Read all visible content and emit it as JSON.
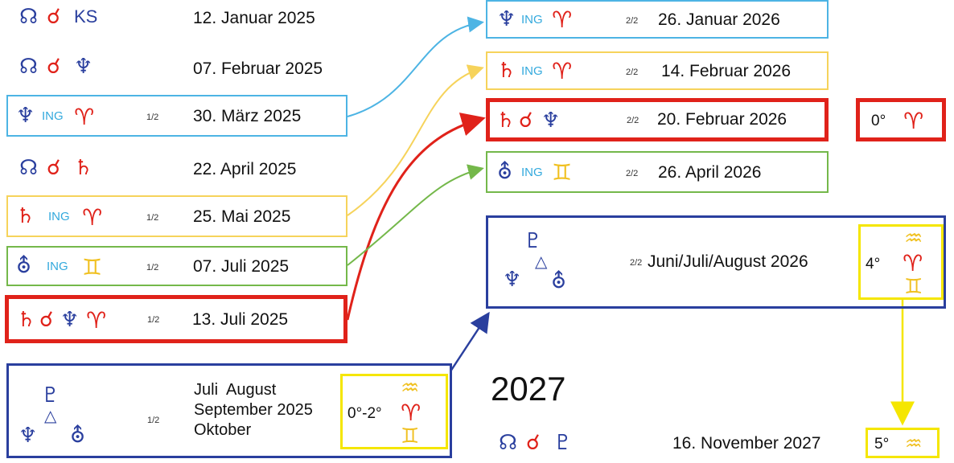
{
  "colors": {
    "blue": "#2a3f9e",
    "red": "#e0221a",
    "cyan": "#4db4e4",
    "yellow": "#f6d35b",
    "green": "#74b84a",
    "bright_yellow": "#f5e600"
  },
  "glyphs": {
    "node": "☊",
    "conjunction": "☌",
    "neptune": "♆",
    "saturn": "♄",
    "uranus": "⛢",
    "pluto": "♇",
    "trine": "△",
    "aries": "♈",
    "gemini": "♊",
    "aquarius": "♒",
    "ing": "ING",
    "ks": "KS"
  },
  "left": [
    {
      "date": "12. Januar 2025"
    },
    {
      "date": "07. Februar 2025"
    },
    {
      "frac": "1/2",
      "date": "30. März 2025"
    },
    {
      "date": "22. April 2025"
    },
    {
      "frac": "1/2",
      "date": "25. Mai 2025"
    },
    {
      "frac": "1/2",
      "date": "07. Juli 2025"
    },
    {
      "frac": "1/2",
      "date": "13. Juli 2025"
    }
  ],
  "bottom_left": {
    "frac": "1/2",
    "line1": "Juli  August",
    "line2": "September 2025",
    "line3": "Oktober",
    "degree": "0°-2°"
  },
  "right": [
    {
      "frac": "2/2",
      "date": "26. Januar 2026"
    },
    {
      "frac": "2/2",
      "date": "14. Februar 2026"
    },
    {
      "frac": "2/2",
      "date": "20. Februar 2026",
      "degree": "0°"
    },
    {
      "frac": "2/2",
      "date": "26. April 2026"
    }
  ],
  "right_trine": {
    "frac": "2/2",
    "date": "Juni/Juli/August 2026",
    "degree": "4°"
  },
  "year": "2027",
  "final": {
    "date": "16. November 2027",
    "degree": "5°"
  }
}
